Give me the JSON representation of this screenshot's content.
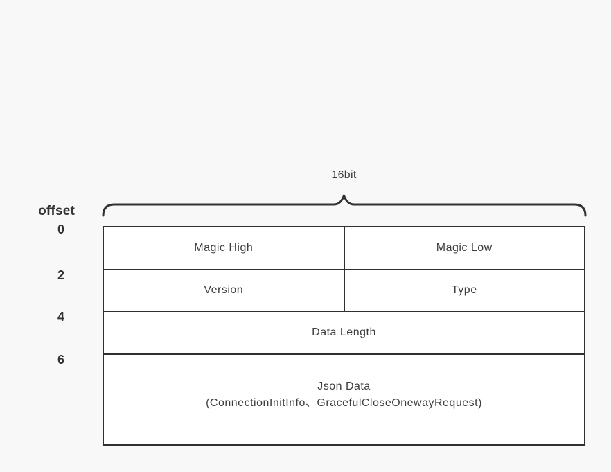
{
  "diagram": {
    "bit_width_label": "16bit",
    "offset_header": "offset",
    "offsets": [
      "0",
      "2",
      "4",
      "6"
    ],
    "table": {
      "rows": [
        {
          "cells": [
            {
              "label": "Magic High"
            },
            {
              "label": "Magic Low"
            }
          ]
        },
        {
          "cells": [
            {
              "label": "Version"
            },
            {
              "label": "Type"
            }
          ]
        },
        {
          "cells": [
            {
              "label": "Data Length"
            }
          ]
        },
        {
          "cells": [
            {
              "label_line1": "Json Data",
              "label_line2": "(ConnectionInitInfo、GracefulCloseOnewayRequest)"
            }
          ]
        }
      ]
    },
    "colors": {
      "background": "#f8f8f8",
      "cell_background": "#ffffff",
      "line": "#303030",
      "brace": "#333333",
      "text": "#3d3d3d"
    }
  }
}
